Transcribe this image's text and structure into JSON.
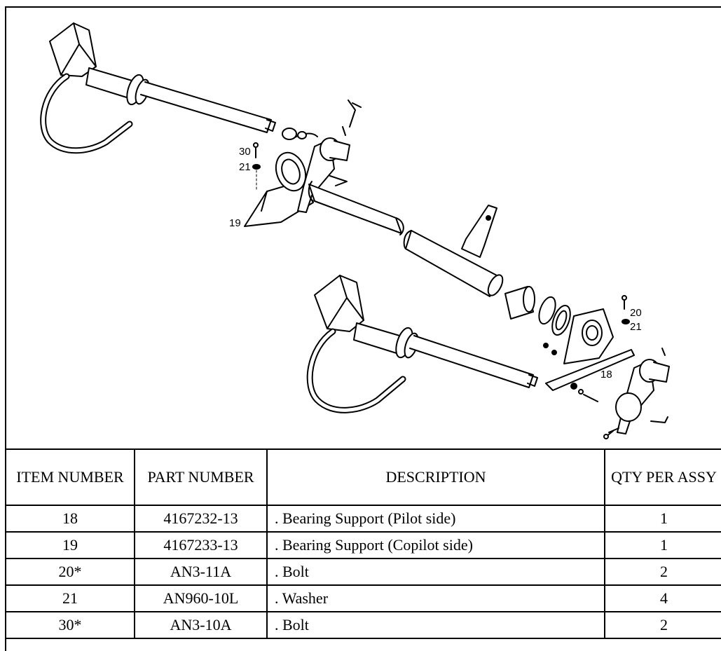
{
  "figure": {
    "callouts": {
      "c30": "30",
      "c21": "21",
      "c19": "19",
      "c20": "20",
      "c21b": "21",
      "c18": "18"
    }
  },
  "table": {
    "headers": {
      "item_number": "ITEM NUMBER",
      "part_number": "PART NUMBER",
      "description": "DESCRIPTION",
      "qty_per_assy": "QTY PER ASSY"
    },
    "rows": [
      {
        "item": "18",
        "part": "4167232-13",
        "description": ". Bearing Support (Pilot side)",
        "qty": "1"
      },
      {
        "item": "19",
        "part": "4167233-13",
        "description": ". Bearing Support (Copilot side)",
        "qty": "1"
      },
      {
        "item": "20*",
        "part": "AN3-11A",
        "description": ". Bolt",
        "qty": "2"
      },
      {
        "item": "21",
        "part": "AN960-10L",
        "description": ". Washer",
        "qty": "4"
      },
      {
        "item": "30*",
        "part": "AN3-10A",
        "description": ". Bolt",
        "qty": "2"
      }
    ]
  }
}
